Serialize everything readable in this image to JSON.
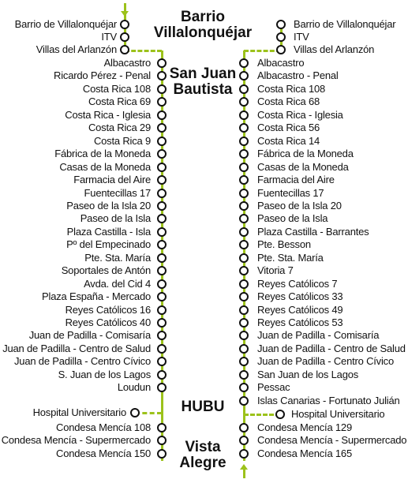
{
  "zones": {
    "top": [
      "Barrio",
      "Villalonquéjar"
    ],
    "mid": [
      "San Juan",
      "Bautista"
    ],
    "hubu": [
      "HUBU"
    ],
    "bottom": [
      "Vista",
      "Alegre"
    ]
  },
  "left_branch": [
    "Barrio de Villalonquéjar",
    "ITV",
    "Villas del Arlanzón"
  ],
  "left_stops": [
    "Albacastro",
    "Ricardo Pérez - Penal",
    "Costa Rica 108",
    "Costa Rica 69",
    "Costa Rica - Iglesia",
    "Costa Rica 29",
    "Costa Rica 9",
    "Fábrica de la Moneda",
    "Casas de la Moneda",
    "Farmacia del Aire",
    "Fuentecillas 17",
    "Paseo de la Isla 20",
    "Paseo de la Isla",
    "Plaza Castilla - Isla",
    "Pº del Empecinado",
    "Pte. Sta. María",
    "Soportales de Antón",
    "Avda. del Cid 4",
    "Plaza España - Mercado",
    "Reyes Católicos 16",
    "Reyes Católicos 40",
    "Juan de Padilla - Comisaría",
    "Juan de Padilla - Centro de Salud",
    "Juan de Padilla - Centro Cívico",
    "S. Juan de los Lagos",
    "Loudun"
  ],
  "left_hospital": "Hospital Universitario",
  "left_bottom": [
    "Condesa Mencía 108",
    "Condesa Mencía - Supermercado",
    "Condesa Mencía 150"
  ],
  "right_branch": [
    "Barrio de Villalonquéjar",
    "ITV",
    "Villas del Arlanzón"
  ],
  "right_stops": [
    "Albacastro",
    "Albacastro - Penal",
    "Costa Rica 108",
    "Costa Rica 68",
    "Costa Rica - Iglesia",
    "Costa Rica 56",
    "Costa Rica 14",
    "Fábrica de la Moneda",
    "Casas de la Moneda",
    "Farmacia del Aire",
    "Fuentecillas 17",
    "Paseo de la Isla 20",
    "Paseo de la Isla",
    "Plaza Castilla - Barrantes",
    "Pte. Besson",
    "Pte. Sta. María",
    "Vitoria 7",
    "Reyes Católicos 7",
    "Reyes Católicos 33",
    "Reyes Católicos 49",
    "Reyes Católicos 53",
    "Juan de Padilla - Comisaría",
    "Juan de Padilla - Centro de Salud",
    "Juan de Padilla - Centro Cívico",
    "San Juan de los Lagos",
    "Pessac",
    "Islas Canarias - Fortunato Julián"
  ],
  "right_hospital": "Hospital Universitario",
  "right_bottom": [
    "Condesa Mencía 129",
    "Condesa Mencía - Supermercado",
    "Condesa Mencía 165"
  ],
  "colors": {
    "line": "#9cc21b",
    "text": "#111111",
    "background": "#ffffff"
  },
  "icons": [
    "arrow-down-icon",
    "arrow-up-icon",
    "stop-circle-icon"
  ]
}
